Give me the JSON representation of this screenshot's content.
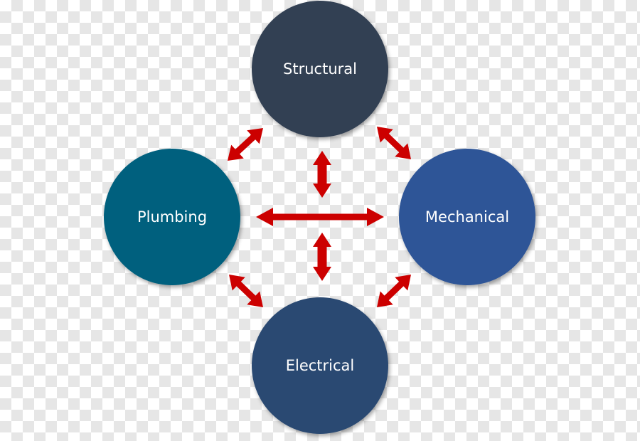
{
  "nodes": {
    "structural": {
      "label": "Structural",
      "color": "#323f52"
    },
    "plumbing": {
      "label": "Plumbing",
      "color": "#01607e"
    },
    "mechanical": {
      "label": "Mechanical",
      "color": "#2f5597"
    },
    "electrical": {
      "label": "Electrical",
      "color": "#2b4a72"
    }
  },
  "arrow_color": "#cc0000"
}
